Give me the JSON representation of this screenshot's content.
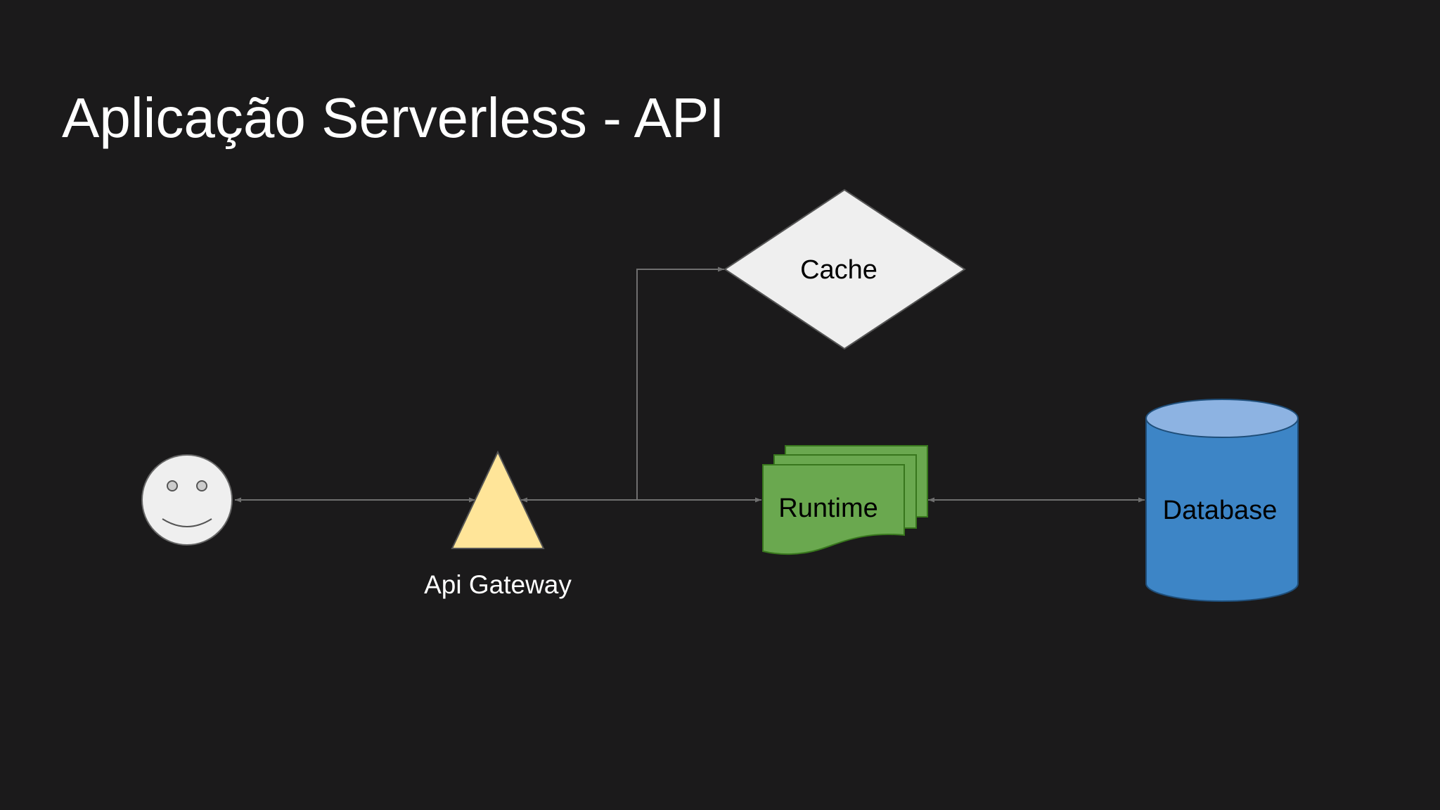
{
  "slide": {
    "title": "Aplicação Serverless - API"
  },
  "nodes": {
    "user": {
      "icon": "smiley-face-icon"
    },
    "api_gateway": {
      "label": "Api Gateway",
      "shape": "triangle",
      "color": "#ffe599"
    },
    "cache": {
      "label": "Cache",
      "shape": "diamond",
      "color": "#efefef"
    },
    "runtime": {
      "label": "Runtime",
      "shape": "multi-document",
      "color": "#6aa84f"
    },
    "database": {
      "label": "Database",
      "shape": "cylinder",
      "color": "#3d85c6"
    }
  },
  "colors": {
    "background": "#1b1a1b",
    "connector": "#6f6f6f",
    "text_light": "#ffffff",
    "text_dark": "#000000"
  }
}
